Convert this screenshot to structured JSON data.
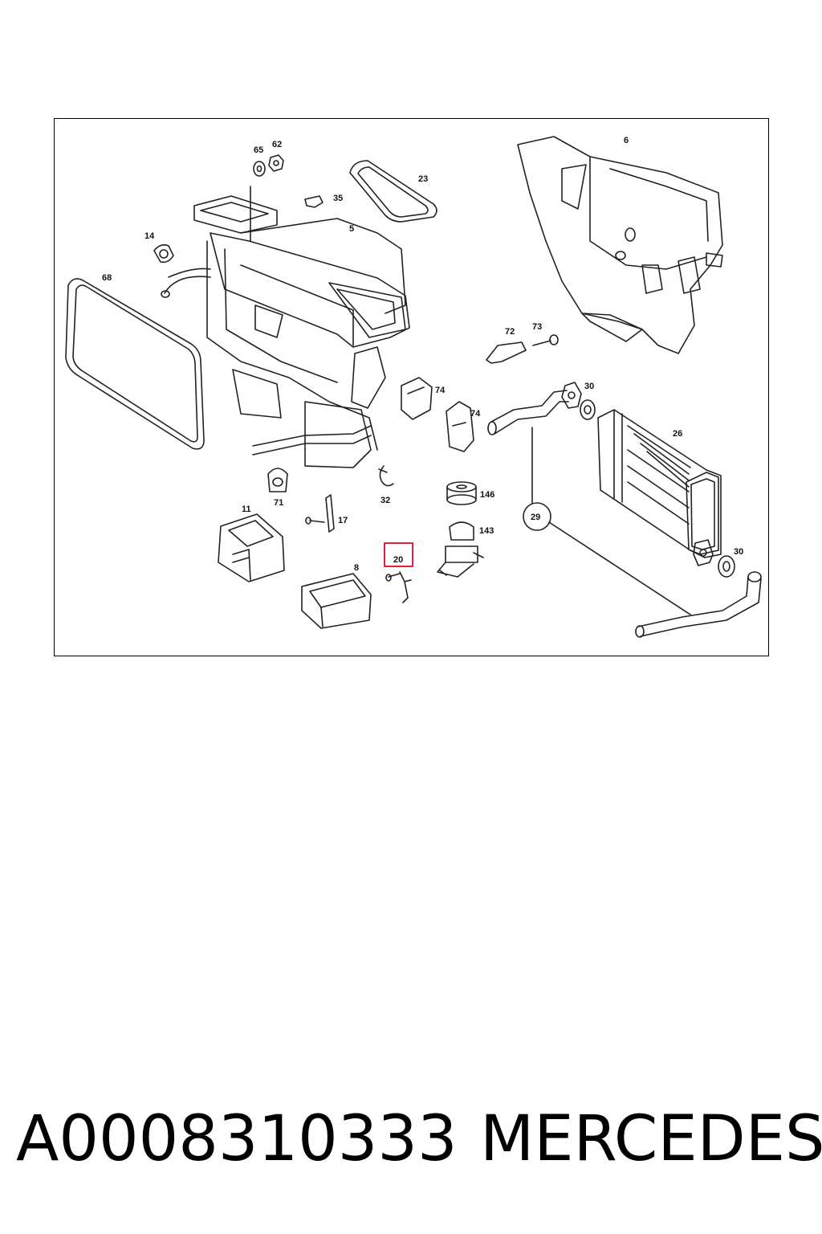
{
  "diagram": {
    "highlight_color": "#e0203a",
    "highlighted_callout": "20",
    "callouts": {
      "c65": "65",
      "c62": "62",
      "c23": "23",
      "c35": "35",
      "c5": "5",
      "c14": "14",
      "c68": "68",
      "c6": "6",
      "c72": "72",
      "c73": "73",
      "c74a": "74",
      "c74b": "74",
      "c30a": "30",
      "c26": "26",
      "c71": "71",
      "c32": "32",
      "c146": "146",
      "c29": "29",
      "c11": "11",
      "c17": "17",
      "c143": "143",
      "c20": "20",
      "c30b": "30",
      "c8": "8"
    }
  },
  "caption": {
    "part_number": "A0008310333",
    "brand": "MERCEDES"
  }
}
